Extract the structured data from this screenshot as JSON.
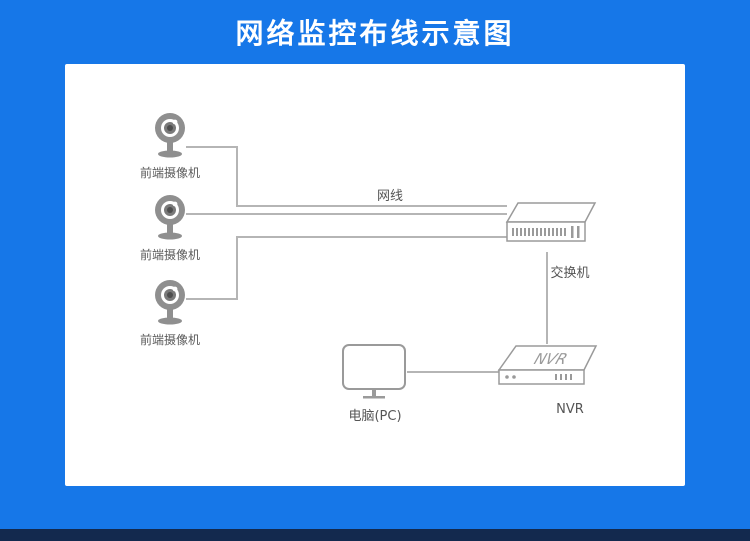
{
  "page": {
    "title": "网络监控布线示意图"
  },
  "diagram": {
    "cameras": [
      {
        "label": "前端摄像机"
      },
      {
        "label": "前端摄像机"
      },
      {
        "label": "前端摄像机"
      }
    ],
    "cable_label": "网线",
    "switch_label": "交换机",
    "nvr_device_text": "NVR",
    "nvr_label": "NVR",
    "pc_label": "电脑(PC)"
  },
  "colors": {
    "background_blue": "#1677e8",
    "card_white": "#ffffff",
    "footer_navy": "#13294e",
    "line_gray": "#b5b5b5",
    "device_gray": "#9a9a9a",
    "text_gray": "#555555"
  }
}
